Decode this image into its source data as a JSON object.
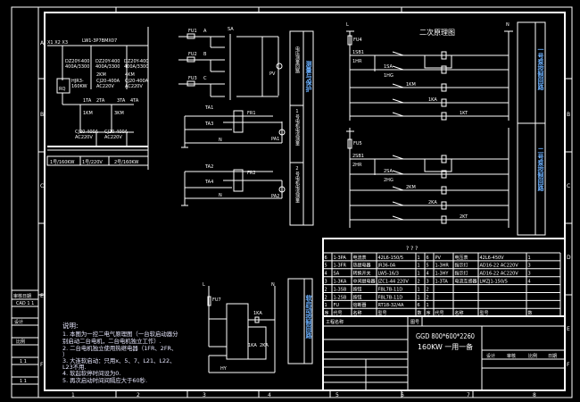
{
  "border": {
    "rows": [
      "A",
      "B",
      "C",
      "D",
      "E",
      "F"
    ],
    "cols": [
      "1",
      "2",
      "3",
      "4",
      "5",
      "6",
      "7",
      "8"
    ]
  },
  "left_strip": {
    "labels": [
      "审核日期",
      "CAD 1 1",
      "设计",
      "比例",
      "1 1",
      "1 1"
    ]
  },
  "single_line": {
    "bus_labels": "X1 X2 X3",
    "main_breaker": "LW1-3P7BMX07",
    "breakers": [
      "DZ20Y-400",
      "400A/3300",
      "DZ20Y-400",
      "400A/3300",
      "DZ20Y-400",
      "400A/3300"
    ],
    "rq": "RQ",
    "rq_label": [
      "HJR3-",
      "160KW"
    ],
    "contactors_top": [
      "2KM",
      "CJ20-400A",
      "AC220V",
      "4KM",
      "CJ20-400A",
      "AC220V"
    ],
    "ct": [
      "1TA",
      "2TA",
      "3TA",
      "4TA"
    ],
    "contactors_bottom": [
      "1KM",
      "3KM",
      "CJ20-400A",
      "AC220V",
      "CJ20-400A",
      "AC220V"
    ],
    "footer": [
      "1号/160KW",
      "1号/220V",
      "2号/160KW"
    ]
  },
  "meters": {
    "fuses": [
      "FU1",
      "FU2",
      "FU3"
    ],
    "phases": [
      "A",
      "B",
      "C"
    ],
    "switch": "SA",
    "voltmeter": "PV",
    "ta_pairs": [
      [
        "TA1",
        "TA3"
      ],
      [
        "TA2",
        "TA4"
      ]
    ],
    "relays": [
      "FR1",
      "FR2"
    ],
    "ammeters": [
      "PA1",
      "PA2"
    ],
    "n": "N"
  },
  "vertical_labels": {
    "measure": "测量与保护",
    "sub1": "电压测量回路",
    "sub2": "1号电机电流测量",
    "sub3": "2号电机电流测量",
    "pump1": "一号泵控制回路",
    "pump2": "二号泵控制回路",
    "soft": "软启动控制回路"
  },
  "control": {
    "title": "二次原理图",
    "l": "L",
    "n": "N",
    "fuses": [
      "FU4",
      "FU5"
    ],
    "rung_labels": [
      "1SB1",
      "1SA",
      "1KM",
      "1KA",
      "1KT",
      "1HR",
      "1HG",
      "2SB1",
      "2SA",
      "2KM",
      "2KA",
      "2KT",
      "2HR",
      "2HG"
    ]
  },
  "soft_start": {
    "l": "L",
    "n": "N",
    "fuse": "FU7",
    "relay": "1KA",
    "contacts": [
      "1KA",
      "2KA"
    ],
    "hl": "HY"
  },
  "notes": {
    "title": "说明:",
    "lines": [
      "1. 本图为一控二电气原理图（一台软启动器分",
      "   别启动二台电机，二台电机独立工作）.",
      "2. 二台电机独立使用热继电器（1FR、2FR、",
      "   ）",
      "3. 大连软启动：只用x、5、7、L21、L22、",
      "   L23不用.",
      "4. 软起软停时间设为0.",
      "5. 再次启动时间间隔应大于60秒."
    ]
  },
  "bom": {
    "header": "? ? ?",
    "rows": [
      [
        "6",
        "1-3PA",
        "电流表",
        "42L6-150/5",
        "1",
        "6",
        "PV",
        "电压表",
        "42L6-450V",
        "1"
      ],
      [
        "5",
        "1-3FR",
        "热继电器",
        "JR36-0A",
        "1",
        "5",
        "1-3HR",
        "指示灯",
        "AD16-22 AC220V",
        "3"
      ],
      [
        "4",
        "SA",
        "转换开关",
        "LW5-16/3",
        "1",
        "4",
        "1-3HY",
        "指示灯",
        "AD16-22 AC220V",
        "3"
      ],
      [
        "3",
        "1-3KA",
        "中间继电器",
        "JZC1-44 220V",
        "2",
        "3",
        "1-3TA",
        "电流互感器",
        "LMZJ1-150/5",
        "4"
      ],
      [
        "2",
        "1-3SB",
        "按钮",
        "FBL7B-11D",
        "1",
        "2",
        "",
        "",
        "",
        ""
      ],
      [
        "2",
        "1-2SB",
        "按钮",
        "FBL7B-11D",
        "1",
        "2",
        "",
        "",
        "",
        ""
      ],
      [
        "1",
        "FU",
        "熔断器",
        "RT18-32/4A",
        "6",
        "1",
        "",
        "",
        "",
        ""
      ],
      [
        "序",
        "代号",
        "名称",
        "型号",
        "数",
        "序",
        "代号",
        "名称",
        "型号",
        "数"
      ]
    ],
    "project_label": "工程名称",
    "drawing_label": "图号",
    "spec": "GGD 800*600*2260",
    "title": "160KW 一用一备",
    "meta": [
      "设计",
      "审核",
      "比例",
      "日期"
    ]
  }
}
